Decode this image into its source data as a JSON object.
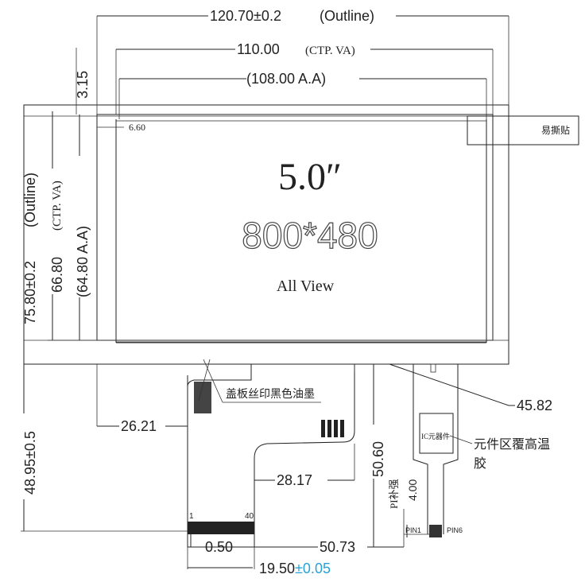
{
  "horizontal_dims": {
    "outline_width": "120.70±0.2",
    "outline_width_label": "(Outline)",
    "ctp_va_width": "110.00",
    "ctp_va_width_label": "(CTP. VA)",
    "aa_width": "(108.00 A.A)",
    "offset_left": "6.60",
    "fpc_left_offset": "26.21",
    "fpc_mid_offset": "28.17",
    "right_offset": "45.82",
    "pin_pitch": "0.50",
    "pin_span": "50.73",
    "fpc_width": "19.50",
    "fpc_width_tol": "±0.05"
  },
  "vertical_dims": {
    "top_offset": "3.15",
    "outline_height": "75.80±0.2",
    "outline_height_label": "(Outline)",
    "ctp_va_height": "66.80",
    "ctp_va_height_label": "(CTP. VA)",
    "aa_height": "(64.80 A.A)",
    "fpc_length": "48.95±0.5",
    "tail_length": "50.60",
    "pi_stiffener_len": "4.00"
  },
  "display": {
    "size": "5.0″",
    "resolution": "800*480",
    "view": "All View"
  },
  "notes": {
    "easy_tear_label": "易撕贴",
    "cover_ink": "盖板丝印黑色油墨",
    "component_area_line1": "元件区覆高温",
    "component_area_line2": "胶",
    "ic_label": "IC元器件",
    "pi_stiffener": "PI补强"
  },
  "pins": {
    "left_first": "1",
    "left_last": "40",
    "right_first": "PIN1",
    "right_last": "PIN6"
  }
}
